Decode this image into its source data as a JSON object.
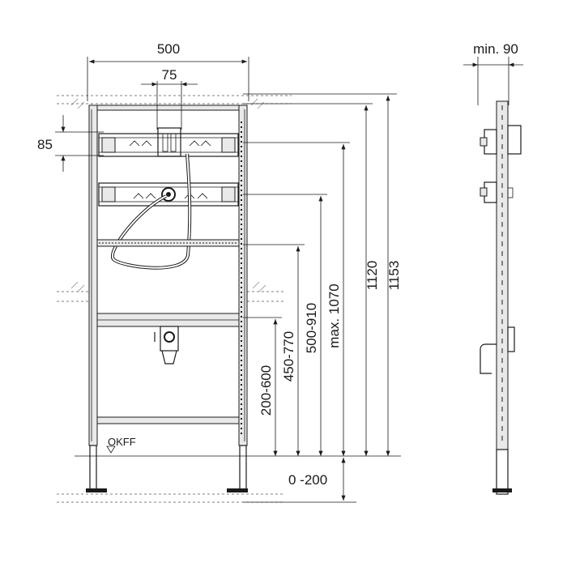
{
  "dimensions": {
    "frame_width": "500",
    "opening_width": "75",
    "rail_spacing": "85",
    "height_1153": "1153",
    "height_1120": "1120",
    "height_max_1070": "max. 1070",
    "height_500_910": "500-910",
    "height_450_770": "450-770",
    "height_200_600": "200-600",
    "foot_adjust": "0 -200",
    "side_depth": "min. 90"
  },
  "labels": {
    "floor_reference": "OKFF"
  },
  "colors": {
    "line": "#1a1a1a",
    "fill": "#e9e9e9"
  }
}
